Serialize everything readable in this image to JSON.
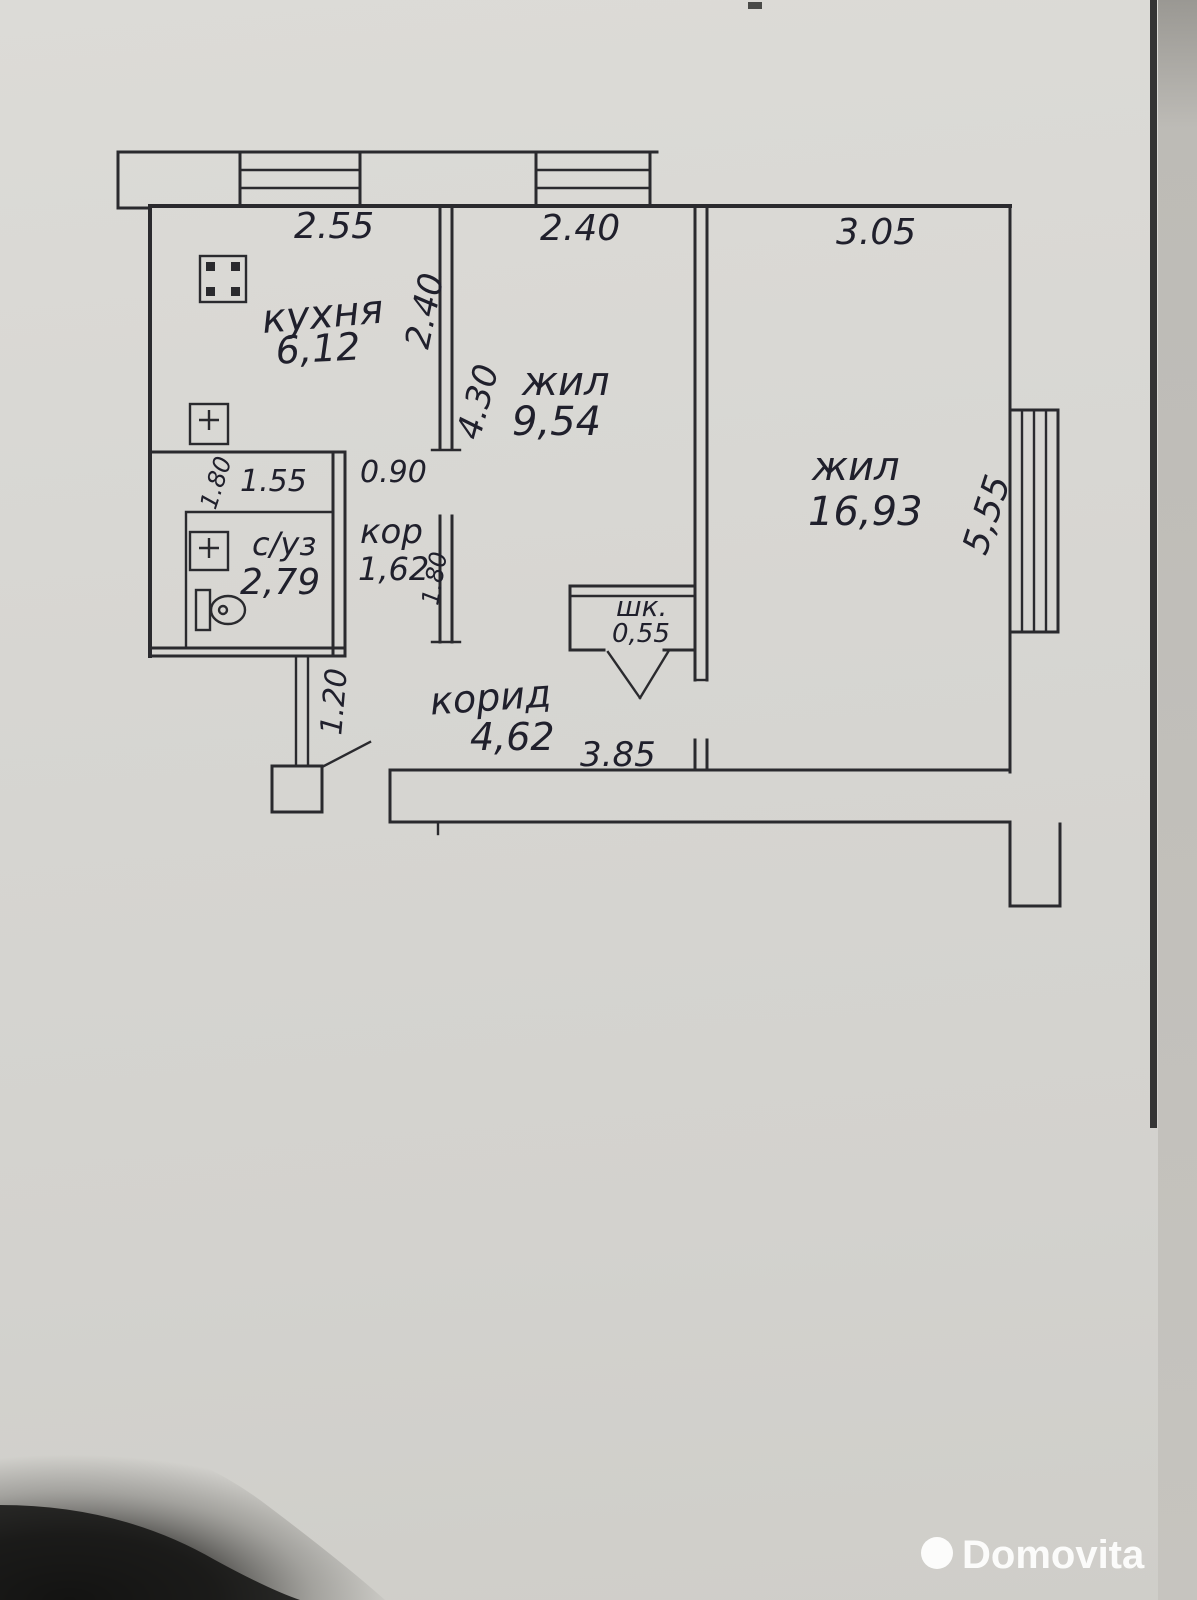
{
  "watermark": {
    "brand": "Domovita"
  },
  "plan": {
    "rooms": {
      "kitchen": {
        "label": "кухня",
        "area": "6,12"
      },
      "room1": {
        "label": "жил",
        "area": "9,54"
      },
      "room2": {
        "label": "жил",
        "area": "16,93"
      },
      "bath": {
        "label": "с/уз",
        "area": "2,79"
      },
      "hall": {
        "label": "кор",
        "area": "1,62"
      },
      "corridor": {
        "label": "корид",
        "area": "4,62"
      },
      "closet": {
        "label": "шк.",
        "area": "0,55"
      }
    },
    "dims": {
      "top1": "2.55",
      "top2": "2.40",
      "top3": "3.05",
      "kitchen_v": "2.40",
      "room1_v": "4.30",
      "hall_door": "0.90",
      "bath_top": "1.55",
      "bath_left_v": "1.80",
      "hall_v": "1.80",
      "entry_v": "1.20",
      "corridor_w": "3.85",
      "room2_v": "5,55"
    }
  }
}
